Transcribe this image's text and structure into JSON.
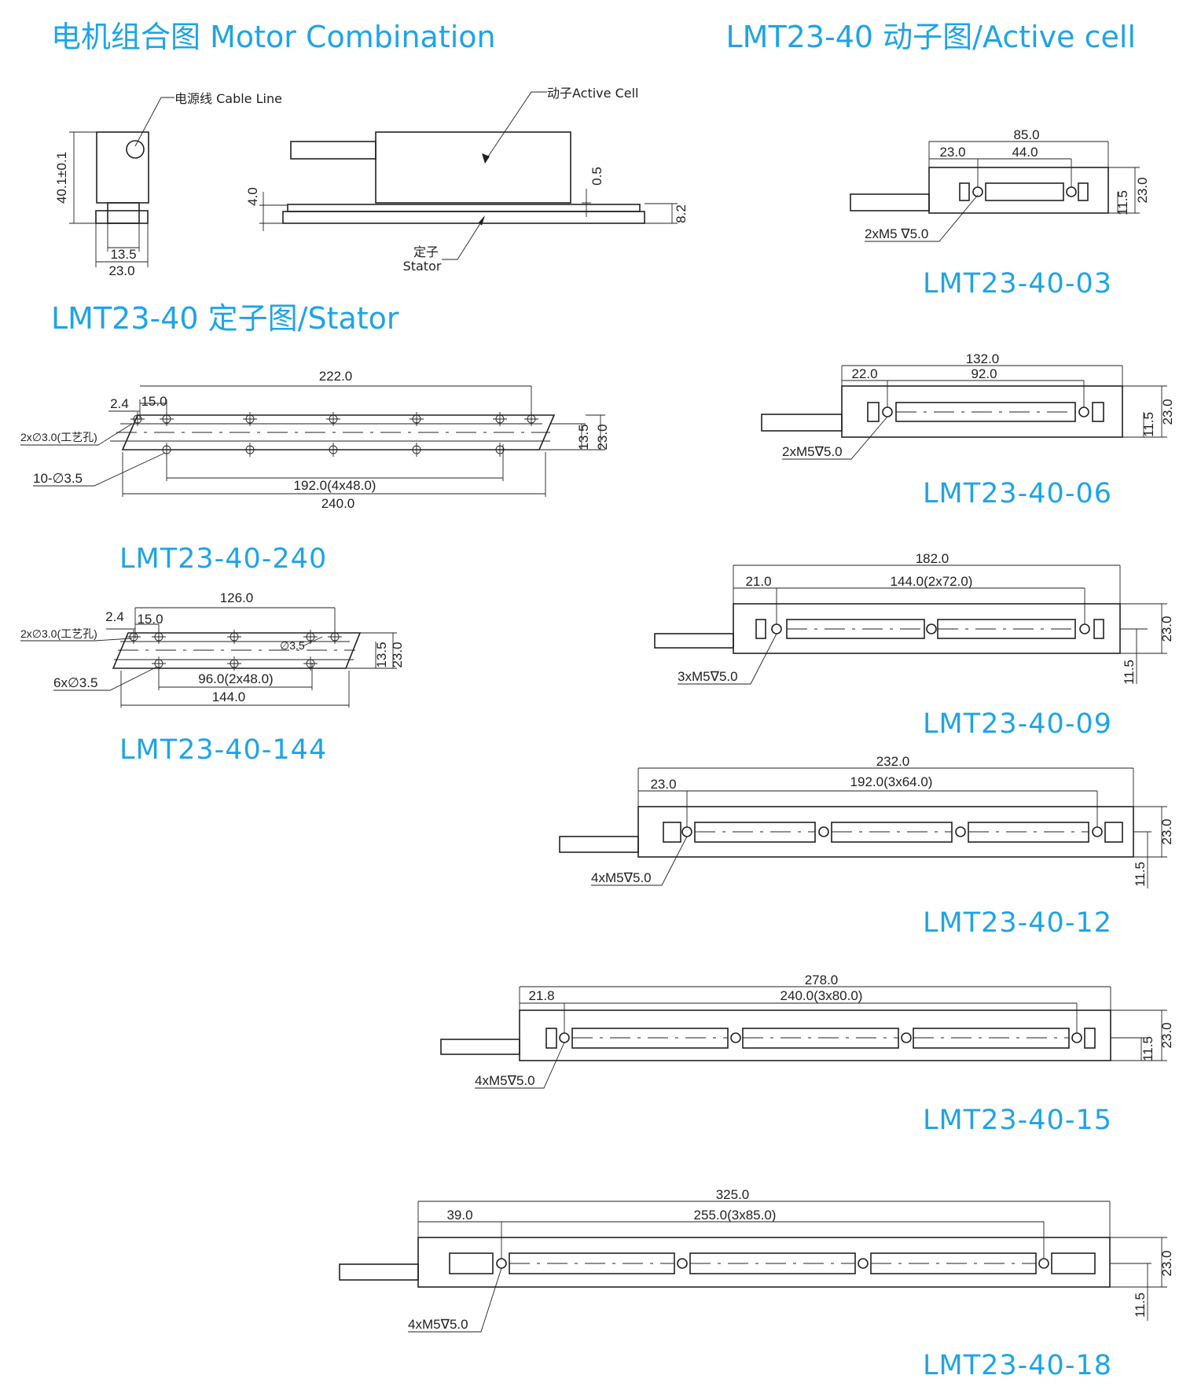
{
  "headings": {
    "motor_combination": "电机组合图 Motor Combination",
    "active_cell": "LMT23-40 动子图/Active cell",
    "stator": "LMT23-40 定子图/Stator"
  },
  "combination": {
    "cable_line": "电源线 Cable Line",
    "active_cell_label": "动子Active Cell",
    "stator_cn": "定子",
    "stator_en": "Stator",
    "h_401": "40.1±0.1",
    "w_135": "13.5",
    "w_230": "23.0",
    "d_40": "4.0",
    "d_05": "0.5",
    "d_82": "8.2"
  },
  "stators": [
    {
      "model": "LMT23-40-240",
      "top": "222.0",
      "a": "2.4",
      "b": "15.0",
      "tech_hole": "2x∅3.0(工艺孔)",
      "holes": "10-∅3.5",
      "pitch": "192.0(4x48.0)",
      "length": "240.0",
      "h1": "13.5",
      "h2": "23.0"
    },
    {
      "model": "LMT23-40-144",
      "top": "126.0",
      "a": "2.4",
      "b": "15.0",
      "tech_hole": "2x∅3.0(工艺孔)",
      "holes": "6x∅3.5",
      "hole_dia": "∅3.5",
      "pitch": "96.0(2x48.0)",
      "length": "144.0",
      "h1": "13.5",
      "h2": "23.0"
    }
  ],
  "active_cells": [
    {
      "model": "LMT23-40-03",
      "total": "85.0",
      "offset": "23.0",
      "pitch": "44.0",
      "thread": "2xM5 ∇5.0",
      "h1": "11.5",
      "h2": "23.0"
    },
    {
      "model": "LMT23-40-06",
      "total": "132.0",
      "offset": "22.0",
      "pitch": "92.0",
      "thread": "2xM5∇5.0",
      "h1": "11.5",
      "h2": "23.0"
    },
    {
      "model": "LMT23-40-09",
      "total": "182.0",
      "offset": "21.0",
      "pitch": "144.0(2x72.0)",
      "thread": "3xM5∇5.0",
      "h1": "11.5",
      "h2": "23.0"
    },
    {
      "model": "LMT23-40-12",
      "total": "232.0",
      "offset": "23.0",
      "pitch": "192.0(3x64.0)",
      "thread": "4xM5∇5.0",
      "h1": "11.5",
      "h2": "23.0"
    },
    {
      "model": "LMT23-40-15",
      "total": "278.0",
      "offset": "21.8",
      "pitch": "240.0(3x80.0)",
      "thread": "4xM5∇5.0",
      "h1": "11.5",
      "h2": "23.0"
    },
    {
      "model": "LMT23-40-18",
      "total": "325.0",
      "offset": "39.0",
      "pitch": "255.0(3x85.0)",
      "thread": "4xM5∇5.0",
      "h1": "11.5",
      "h2": "23.0"
    }
  ]
}
